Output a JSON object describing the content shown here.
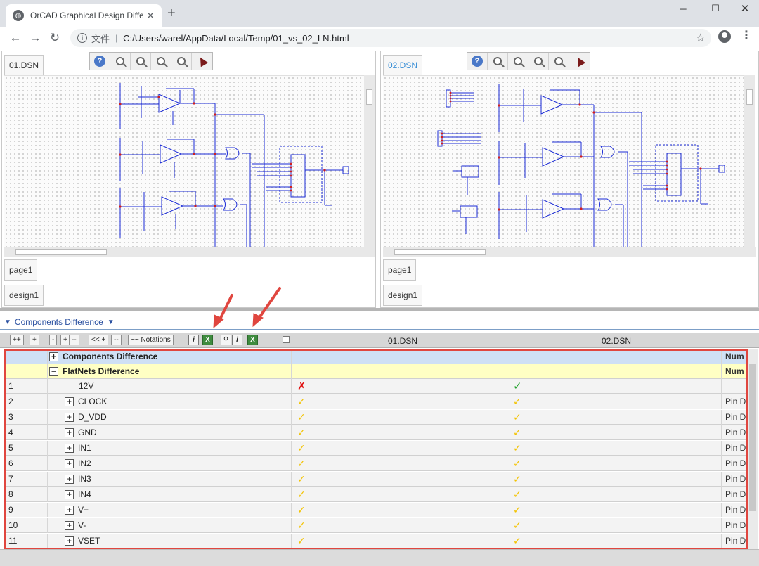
{
  "browser": {
    "tab_title": "OrCAD Graphical Design Diffe",
    "tab_icon": "globe-icon",
    "new_tab": "+",
    "window": {
      "minimize": "─",
      "maximize": "☐",
      "close": "✕"
    },
    "address_label": "文件",
    "address_url": "C:/Users/warel/AppData/Local/Temp/01_vs_02_LN.html"
  },
  "left_pane": {
    "tab": "01.DSN",
    "page_tab": "page1",
    "design_tab": "design1"
  },
  "right_pane": {
    "tab": "02.DSN",
    "page_tab": "page1",
    "design_tab": "design1"
  },
  "section": {
    "title": "Components Difference"
  },
  "toolbar": {
    "btn1": "++",
    "btn2": "+",
    "btn3": "-",
    "btn4": "+",
    "btn5": "--",
    "btn6": "<< +",
    "btn7": "--",
    "btn8": "~~ Notations"
  },
  "columns": {
    "a": "01.DSN",
    "b": "02.DSN"
  },
  "groups": [
    {
      "label": "Components Difference",
      "expander": "+",
      "type": "Num"
    },
    {
      "label": "FlatNets Difference",
      "expander": "−",
      "type": "Num"
    }
  ],
  "rows": [
    {
      "num": "1",
      "name": "12V",
      "expander": "",
      "a": "✗",
      "b": "✓",
      "type": ""
    },
    {
      "num": "2",
      "name": "CLOCK",
      "expander": "+",
      "a": "✓",
      "b": "✓",
      "type": "Pin D"
    },
    {
      "num": "3",
      "name": "D_VDD",
      "expander": "+",
      "a": "✓",
      "b": "✓",
      "type": "Pin D"
    },
    {
      "num": "4",
      "name": "GND",
      "expander": "+",
      "a": "✓",
      "b": "✓",
      "type": "Pin D"
    },
    {
      "num": "5",
      "name": "IN1",
      "expander": "+",
      "a": "✓",
      "b": "✓",
      "type": "Pin D"
    },
    {
      "num": "6",
      "name": "IN2",
      "expander": "+",
      "a": "✓",
      "b": "✓",
      "type": "Pin D"
    },
    {
      "num": "7",
      "name": "IN3",
      "expander": "+",
      "a": "✓",
      "b": "✓",
      "type": "Pin D"
    },
    {
      "num": "8",
      "name": "IN4",
      "expander": "+",
      "a": "✓",
      "b": "✓",
      "type": "Pin D"
    },
    {
      "num": "9",
      "name": "V+",
      "expander": "+",
      "a": "✓",
      "b": "✓",
      "type": "Pin D"
    },
    {
      "num": "10",
      "name": "V-",
      "expander": "+",
      "a": "✓",
      "b": "✓",
      "type": "Pin D"
    },
    {
      "num": "11",
      "name": "VSET",
      "expander": "+",
      "a": "✓",
      "b": "✓",
      "type": "Pin D"
    }
  ],
  "colors": {
    "group_blue": "#cfe0f5",
    "group_yellow": "#ffffc4",
    "check_yellow": "#f3c300",
    "check_green": "#24a32c",
    "cross_red": "#e01010",
    "annotation_red": "#e0463f",
    "schematic_wire": "#1b2bd6"
  }
}
